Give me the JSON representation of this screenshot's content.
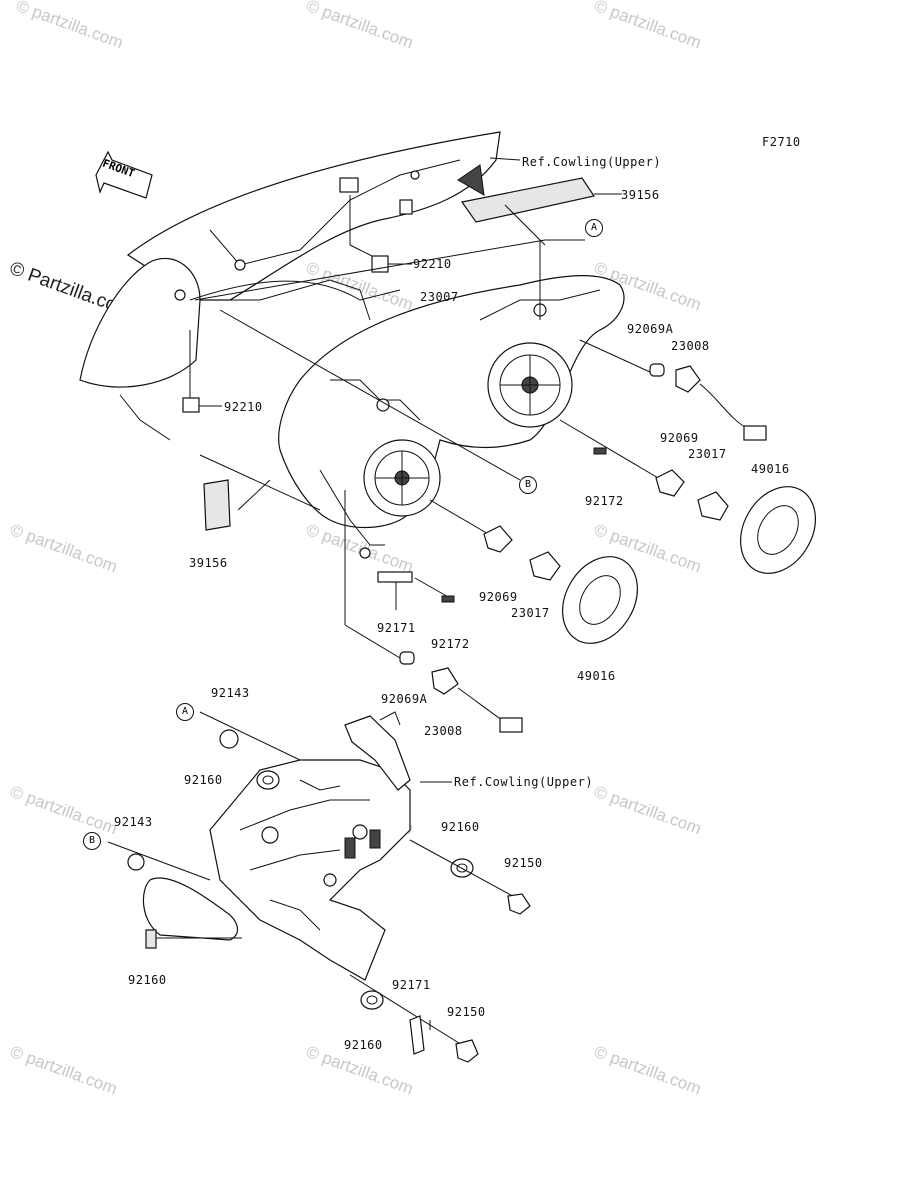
{
  "figure_code": "F2710",
  "front_label": "FRONT",
  "refs": {
    "cowling_upper_top": "Ref.Cowling(Upper)",
    "cowling_upper_mid": "Ref.Cowling(Upper)"
  },
  "markers": {
    "a": "A",
    "b": "B"
  },
  "parts": {
    "p39156_top": "39156",
    "p92210_top": "92210",
    "p23007": "23007",
    "p92069a_top": "92069A",
    "p23008_top": "23008",
    "p92210_left": "92210",
    "p92069_right": "92069",
    "p23017_right": "23017",
    "p49016_right": "49016",
    "p92172_right": "92172",
    "p39156_left": "39156",
    "p92069_mid": "92069",
    "p23017_mid": "23017",
    "p92171_mid": "92171",
    "p92172_mid": "92172",
    "p49016_mid": "49016",
    "p92069a_mid": "92069A",
    "p23008_mid": "23008",
    "p92143_a": "92143",
    "p92160_a": "92160",
    "p92143_b": "92143",
    "p92160_right": "92160",
    "p92150_right": "92150",
    "p92160_left": "92160",
    "p92171_bottom": "92171",
    "p92150_bottom": "92150",
    "p92160_bottom": "92160"
  },
  "watermark": {
    "text": "© Partzilla.com",
    "text_lower": "© partzilla.com"
  }
}
